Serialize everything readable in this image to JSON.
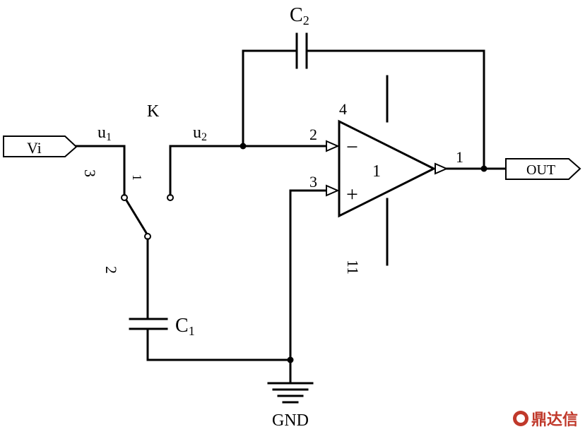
{
  "labels": {
    "c2": "C",
    "c2_sub": "2",
    "k": "K",
    "u1": "u",
    "u1_sub": "1",
    "u2": "u",
    "u2_sub": "2",
    "vi": "Vi",
    "out": "OUT",
    "pin4": "4",
    "pin2": "2",
    "pin3": "3",
    "pin1_out": "1",
    "opamp_num": "1",
    "minus": "−",
    "plus": "+",
    "pin11": "11",
    "sw3": "3",
    "sw1": "1",
    "sw2": "2",
    "c1": "C",
    "c1_sub": "1",
    "gnd": "GND"
  },
  "watermark": {
    "text": "鼎达信",
    "color": "#c0392b"
  }
}
